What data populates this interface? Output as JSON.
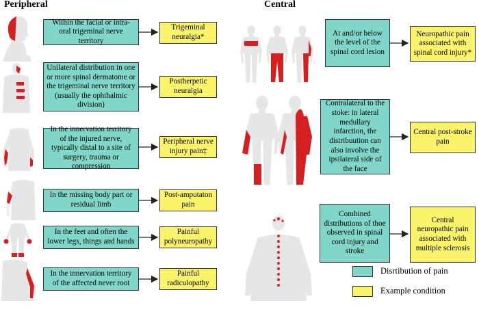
{
  "headers": {
    "peripheral": "Peripheral",
    "central": "Central"
  },
  "peripheral_rows": [
    {
      "distribution": "Within the facial or intra-oral trigeminal nerve territory",
      "condition": "Trigeminal neuralgia*"
    },
    {
      "distribution": "Unilateral distribution in one or more spinal dermatome or the trigeminal nerve territory (usually the ophthalmic division)",
      "condition": "Postherpetic neuralgia"
    },
    {
      "distribution": "In the innervation territory of the injured nerve, typically distal to a site of surgery, trauma or compression",
      "condition": "Peripheral nerve injury pain‡"
    },
    {
      "distribution": "In the missing body part or residual limb",
      "condition": "Post-amputaton pain"
    },
    {
      "distribution": "In the feet and often the lower legs, things and hands",
      "condition": "Painful polyneuropathy"
    },
    {
      "distribution": "In the innervation territory of the affected never root",
      "condition": "Painful radiculopathy"
    }
  ],
  "central_rows": [
    {
      "distribution": "At and/or below the level of the spinal cord lesion",
      "condition": "Neuropathic pain associated with spinal cord injury*"
    },
    {
      "distribution": "Contralateral to the stoke: in lateral medullary infarction, the distribuution can also involve the ipsilateral side of the face",
      "condition": "Central post-stroke pain"
    },
    {
      "distribution": "Combined distributions of thoe observed in spinal cord injury and stroke",
      "condition": "Central neuropathic pain associated with multiple sclerosis"
    }
  ],
  "legend": {
    "distribution_label": "Disrtibution of pain",
    "condition_label": "Example condition"
  },
  "colors": {
    "distribution": "#7fd6c9",
    "condition": "#fbf36a",
    "pain": "#d42020",
    "body": "#e6e6e6"
  }
}
